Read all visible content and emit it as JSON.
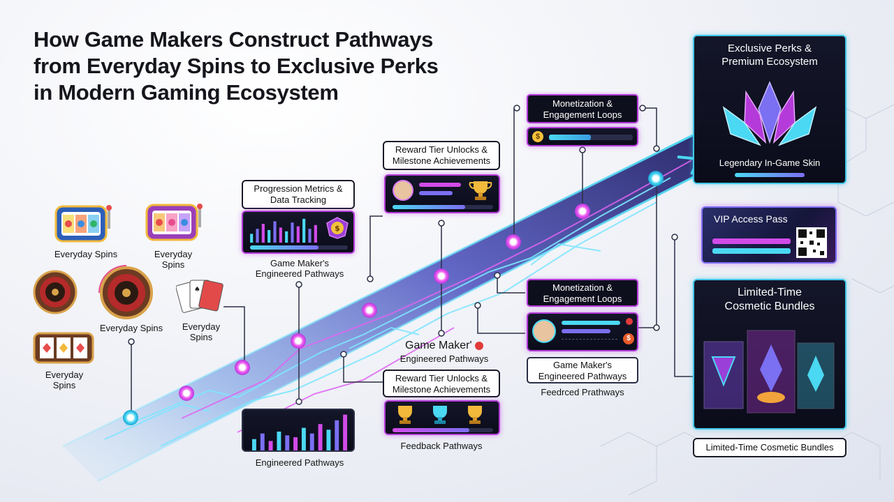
{
  "title": {
    "line1": "How Game Makers Construct Pathways",
    "line2": "from Everyday Spins to Exclusive Perks",
    "line3": "in Modern Gaming Ecosystem"
  },
  "spins": {
    "label_1": "Everyday Spins",
    "label_2a": "Everyday",
    "label_2b": "Spins",
    "label_3": "Everyday Spins",
    "label_4a": "Everyday",
    "label_4b": "Spins",
    "label_5a": "Everyday",
    "label_5b": "Spins"
  },
  "progression": {
    "label_line1": "Progression Metrics &",
    "label_line2": "Data Tracking",
    "caption_line1": "Game Maker's",
    "caption_line2": "Engineered Pathways",
    "coin_symbol": "$"
  },
  "reward_top": {
    "label_line1": "Reward Tier Unlocks &",
    "label_line2": "Milestone Achievements"
  },
  "monetization_top": {
    "label_line1": "Monetization &",
    "label_line2": "Engagement Loops",
    "coin_symbol": "$"
  },
  "center_caption": {
    "line1": "Game Maker'",
    "line2": "Engineered Pathways"
  },
  "reward_bottom": {
    "label_line1": "Reward Tier Unlocks &",
    "label_line2": "Milestone Achievements",
    "caption": "Feedback Pathways"
  },
  "monetization_bottom": {
    "label_line1": "Monetization &",
    "label_line2": "Engagement Loops"
  },
  "right_mid_caption": {
    "line1": "Game Maker's",
    "line2": "Engineered Pathways",
    "line3": "Feedrced Prathways",
    "coin_symbol": "$"
  },
  "engineered_bottom": {
    "caption": "Engineered Pathways"
  },
  "exclusive": {
    "title_line1": "Exclusive Perks &",
    "title_line2": "Premium Ecosystem",
    "caption": "Legendary In-Game Skin"
  },
  "vip": {
    "title": "VIP Access Pass"
  },
  "limited": {
    "title_line1": "Limited-Time",
    "title_line2": "Cosmetic Bundles",
    "caption": "Limited-Time Cosmetic Bundles"
  },
  "colors": {
    "path_cyan": "#4bd8f2",
    "path_magenta": "#d14be8",
    "panel_bg": "#0e0f1d",
    "accent_purple": "#b43bd9"
  },
  "chart_bars_top": [
    0.35,
    0.55,
    0.75,
    0.5,
    0.85,
    0.6,
    0.45,
    0.8,
    0.65,
    0.95,
    0.55,
    0.7
  ],
  "chart_bars_bottom": [
    0.3,
    0.45,
    0.25,
    0.5,
    0.4,
    0.35,
    0.6,
    0.45,
    0.7,
    0.55,
    0.8,
    0.95
  ]
}
